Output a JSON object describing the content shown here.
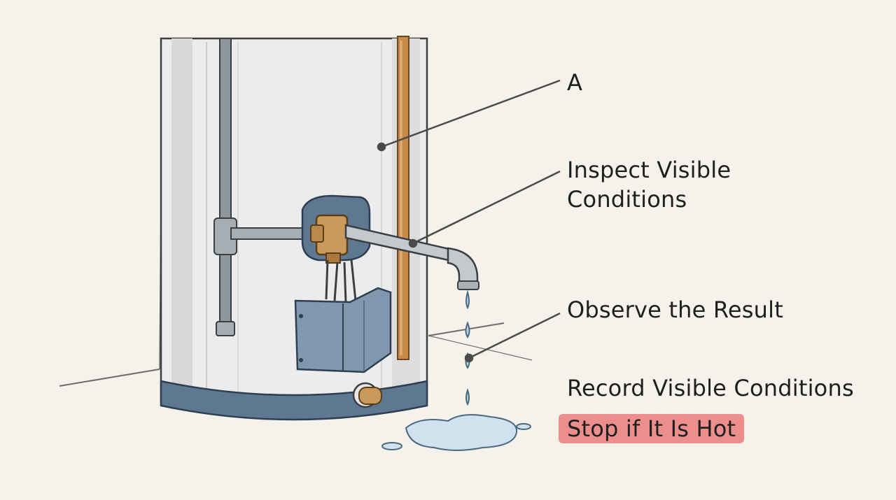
{
  "callouts": {
    "a": "A",
    "inspect": "Inspect Visible\nConditions",
    "observe": "Observe the Result",
    "record": "Record Visible Conditions",
    "stop": "Stop if It Is Hot"
  },
  "colors": {
    "background": "#f4f2ea",
    "highlight": "#ec8f8c",
    "copper_pipe": "#c98a4a",
    "valve_brass": "#c99a5c",
    "bracket_blue": "#5e7892",
    "water": "#b9d3e3"
  },
  "icons": {
    "water_heater": "water-heater-illustration",
    "relief_valve": "temperature-pressure-relief-valve",
    "drain_valve": "drain-valve",
    "drip": "water-drop",
    "puddle": "water-puddle"
  }
}
